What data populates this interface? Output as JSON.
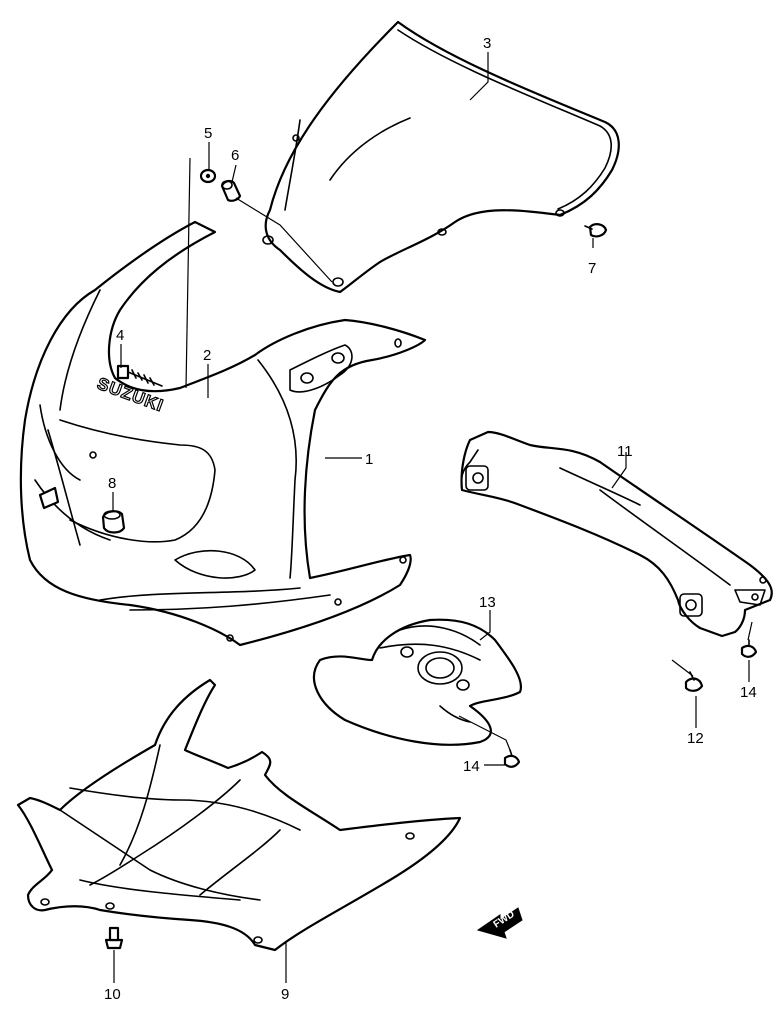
{
  "diagram": {
    "brand_mark": "SUZUKI",
    "direction_label": "FWD",
    "callouts": [
      "1",
      "2",
      "3",
      "4",
      "5",
      "6",
      "7",
      "8",
      "9",
      "10",
      "11",
      "12",
      "13",
      "14",
      "14"
    ]
  }
}
